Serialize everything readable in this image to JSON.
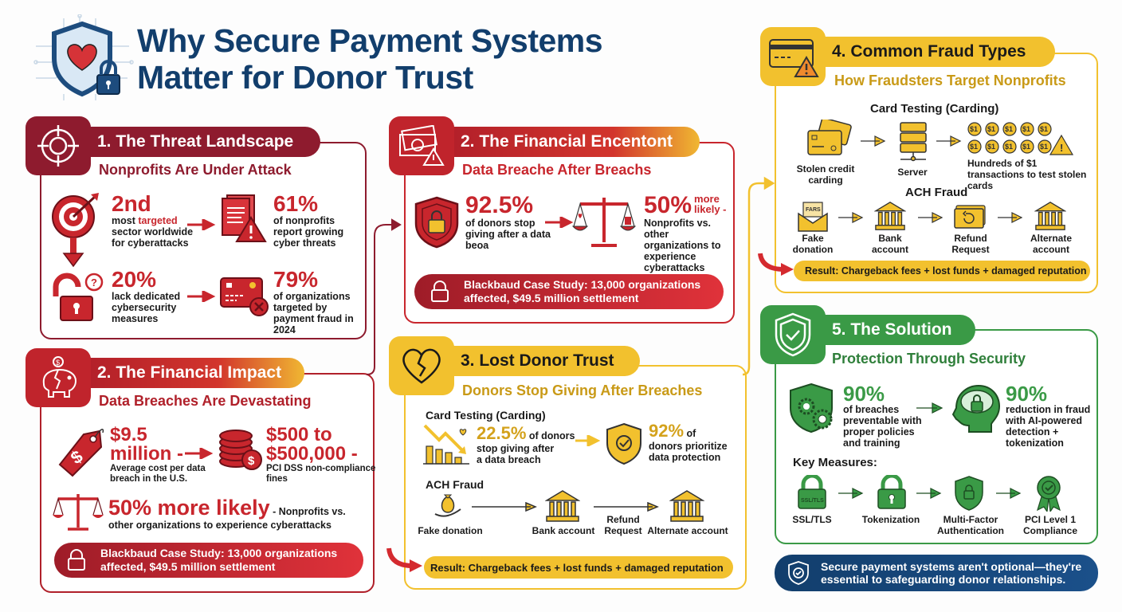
{
  "header": {
    "title_line1": "Why Secure Payment Systems",
    "title_line2": "Matter for Donor Trust",
    "logo_icon": "shield-heart-lock-icon"
  },
  "colors": {
    "navy": "#123e6c",
    "maroon": "#8e1b2e",
    "red": "#c8262d",
    "gold": "#f2c12e",
    "green": "#3a9a46"
  },
  "section1": {
    "title": "1. The Threat Landscape",
    "subtitle": "Nonprofits Are Under Attack",
    "stats": [
      {
        "value": "2nd",
        "text_pre": "most ",
        "text_highlight": "targeted",
        "text_post": " sector worldwide for cyberattacks",
        "icon": "target-icon"
      },
      {
        "value": "61%",
        "text": "of nonprofits report growing cyber threats",
        "icon": "documents-warning-icon"
      },
      {
        "value": "20%",
        "text": "lack dedicated cybersecurity measures",
        "icon": "unlocked-padlock-icon"
      },
      {
        "value": "79%",
        "text": "of organizations targeted by payment fraud in 2024",
        "icon": "credit-card-x-icon"
      }
    ]
  },
  "section2": {
    "title": "2. The Financial Impact",
    "subtitle": "Data Breaches Are Devastating",
    "stats": [
      {
        "value_line1": "$9.5",
        "value_line2": "million -",
        "text": "Average cost per data breach in the U.S.",
        "icon": "price-tag-icon"
      },
      {
        "value_line1": "$500 to",
        "value_line2": "$500,000 -",
        "text": "PCI DSS non-compliance fines",
        "icon": "coin-stack-icon"
      }
    ],
    "likely": {
      "value": "50% more likely",
      "text_inline": " - Nonprofits vs.",
      "text_line2": "other organizations to experience cyberattacks"
    },
    "case_study": "Blackbaud Case Study: 13,000 organizations affected, $49.5 million settlement"
  },
  "section2b": {
    "title": "2. The Financial Encentont",
    "subtitle": "Data Breache After Breachs",
    "stat1": {
      "value": "92.5%",
      "text": "of donors stop giving after a data beoa"
    },
    "stat2": {
      "value": "50%",
      "suffix": "more likely -",
      "text": "Nonprofits vs. other organizations to experience cyberattacks"
    },
    "case_study": "Blackbaud Case Study: 13,000 organizations affected, $49.5 million settlement"
  },
  "section3": {
    "title": "3. Lost Donor Trust",
    "subtitle": "Donors Stop Giving After Breaches",
    "card_testing_label": "Card Testing (Carding)",
    "stat1": {
      "value": "22.5%",
      "text_inline": " of donors",
      "text": "stop giving after a data breach"
    },
    "stat2": {
      "value": "92%",
      "text_inline": " of",
      "text": "donors prioritize data protection"
    },
    "ach_label": "ACH Fraud",
    "flow": [
      "Fake donation",
      "Bank account",
      "Refund Request",
      "Alternate account"
    ],
    "result": "Result: Chargeback fees + lost funds + damaged reputation"
  },
  "section4": {
    "title": "4. Common Fraud Types",
    "subtitle": "How Fraudsters Target Nonprofits",
    "card_testing_label": "Card Testing (Carding)",
    "card_flow": [
      "Stolen credit carding",
      "Server",
      "Hundreds of $1 transactions to test stolen cards"
    ],
    "coin_label": "$1",
    "ach_label": "ACH Fraud",
    "ach_flow": [
      "Fake donation",
      "Bank account",
      "Refund Request",
      "Alternate account"
    ],
    "envelope_label": "FARS",
    "result": "Result: Chargeback fees + lost funds + damaged reputation"
  },
  "section5": {
    "title": "5. The Solution",
    "subtitle": "Protection Through Security",
    "stat1": {
      "value": "90%",
      "text": "of breaches preventable with proper policies and training"
    },
    "stat2": {
      "value": "90%",
      "text": "reduction in fraud with AI-powered detection + tokenization"
    },
    "measures_label": "Key Measures:",
    "measures": [
      "SSL/TLS",
      "Tokenization",
      "Multi-Factor Authentication",
      "PCI Level 1 Compliance"
    ],
    "ssl_badge": "SSL/TLS"
  },
  "footer": {
    "message": "Secure payment systems aren't optional—they're essential to safeguarding donor relationships."
  }
}
